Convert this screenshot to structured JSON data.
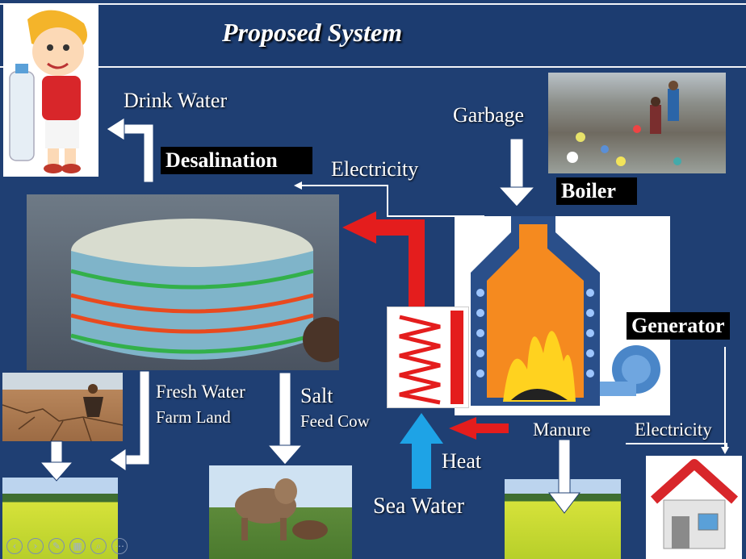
{
  "title": "Proposed System",
  "labels": {
    "drink_water": "Drink Water",
    "desalination": "Desalination",
    "electricity_top": "Electricity",
    "garbage": "Garbage",
    "boiler": "Boiler",
    "generator": "Generator",
    "fresh_water": "Fresh Water",
    "farm_land": "Farm Land",
    "salt": "Salt",
    "feed_cow": "Feed Cow",
    "heat": "Heat",
    "sea_water": "Sea Water",
    "manure": "Manure",
    "electricity_right": "Electricity"
  },
  "colors": {
    "background": "#1f3f73",
    "heat_arrow": "#e41d1d",
    "sea_water_arrow": "#1ea3e6",
    "flow_arrow": "#ffffff"
  },
  "icons": [
    "boy-with-bottle",
    "garbage-dump",
    "desalination-tank",
    "boiler-furnace",
    "generator",
    "cracked-soil",
    "green-field",
    "cow",
    "house",
    "heat-coil"
  ]
}
